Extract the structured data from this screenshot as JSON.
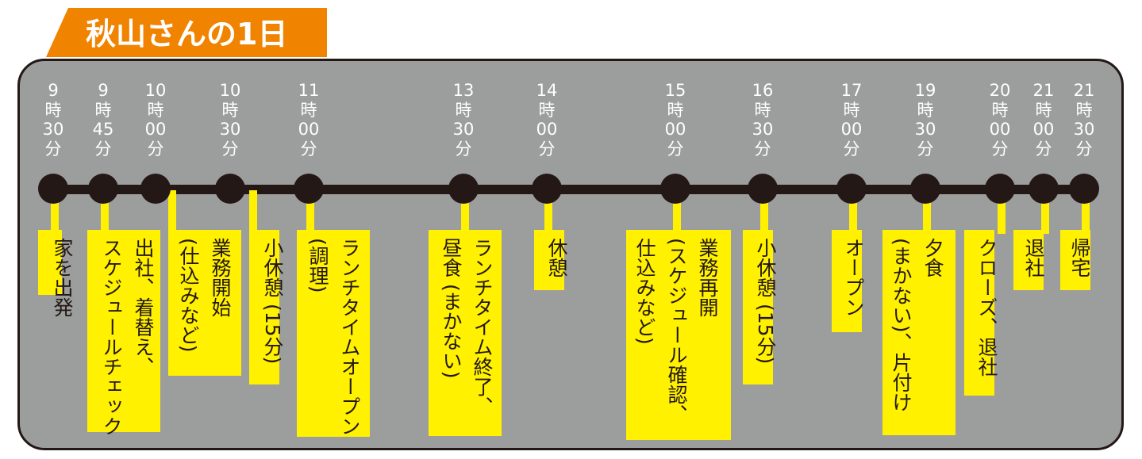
{
  "title": "秋山さんの1日",
  "colors": {
    "title_bg": "#f08300",
    "panel_bg": "#9c9d9d",
    "line": "#231815",
    "event_bg": "#fff100",
    "text_light": "#ffffff",
    "text_dark": "#231815"
  },
  "events": [
    {
      "time": [
        "9",
        "時",
        "30",
        "分"
      ],
      "lines": [
        "家を出発"
      ]
    },
    {
      "time": [
        "9",
        "時",
        "45",
        "分"
      ],
      "lines": [
        "出社、着替え、",
        "スケジュールチェック"
      ]
    },
    {
      "time": [
        "10",
        "時",
        "00",
        "分"
      ],
      "lines": [
        "業務開始",
        "(仕込みなど)"
      ]
    },
    {
      "time": [
        "10",
        "時",
        "30",
        "分"
      ],
      "lines": [
        "小休憩 (15分)"
      ]
    },
    {
      "time": [
        "11",
        "時",
        "00",
        "分"
      ],
      "lines": [
        "ランチタイムオープン",
        "(調理)"
      ]
    },
    {
      "time": [
        "13",
        "時",
        "30",
        "分"
      ],
      "lines": [
        "ランチタイム終了、",
        "昼食 (まかない)"
      ]
    },
    {
      "time": [
        "14",
        "時",
        "00",
        "分"
      ],
      "lines": [
        "休憩"
      ]
    },
    {
      "time": [
        "15",
        "時",
        "00",
        "分"
      ],
      "lines": [
        "業務再開",
        "(スケジュール確認、",
        "仕込みなど)"
      ]
    },
    {
      "time": [
        "16",
        "時",
        "30",
        "分"
      ],
      "lines": [
        "小休憩 (15分)"
      ]
    },
    {
      "time": [
        "17",
        "時",
        "00",
        "分"
      ],
      "lines": [
        "オープン"
      ]
    },
    {
      "time": [
        "19",
        "時",
        "30",
        "分"
      ],
      "lines": [
        "夕食",
        "(まかない)、片付け"
      ]
    },
    {
      "time": [
        "20",
        "時",
        "00",
        "分"
      ],
      "lines": [
        "クローズ、退社"
      ]
    },
    {
      "time": [
        "21",
        "時",
        "00",
        "分"
      ],
      "lines": [
        "退社"
      ]
    },
    {
      "time": [
        "21",
        "時",
        "30",
        "分"
      ],
      "lines": [
        "帰宅"
      ]
    }
  ]
}
